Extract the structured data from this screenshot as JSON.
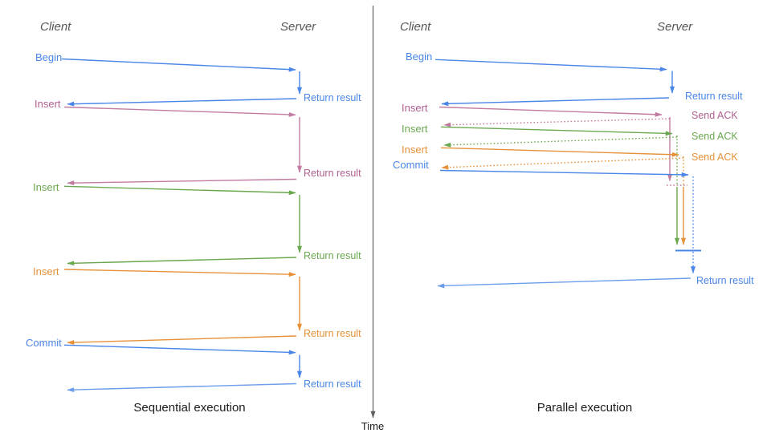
{
  "colors": {
    "blue": "#4a86e8",
    "blue_light": "#6d9eeb",
    "pink": "#c27ba0",
    "pink_text": "#b05f90",
    "green": "#6aa84f",
    "orange": "#e69138",
    "axis": "#616161"
  },
  "time_axis": {
    "label": "Time"
  },
  "left_panel": {
    "title": "Sequential execution",
    "client_label": "Client",
    "server_label": "Server",
    "operations": [
      {
        "label": "Begin",
        "result": "Return result",
        "color": "blue"
      },
      {
        "label": "Insert",
        "result": "Return result",
        "color": "pink"
      },
      {
        "label": "Insert",
        "result": "Return result",
        "color": "green"
      },
      {
        "label": "Insert",
        "result": "Return result",
        "color": "orange"
      },
      {
        "label": "Commit",
        "result": "Return result",
        "color": "blue"
      }
    ]
  },
  "right_panel": {
    "title": "Parallel execution",
    "client_label": "Client",
    "server_label": "Server",
    "operations": [
      {
        "label": "Begin",
        "result": "Return result",
        "color": "blue"
      },
      {
        "label": "Insert",
        "result": "Send ACK",
        "color": "pink"
      },
      {
        "label": "Insert",
        "result": "Send ACK",
        "color": "green"
      },
      {
        "label": "Insert",
        "result": "Send ACK",
        "color": "orange"
      },
      {
        "label": "Commit",
        "result": "Return result",
        "color": "blue"
      }
    ]
  }
}
